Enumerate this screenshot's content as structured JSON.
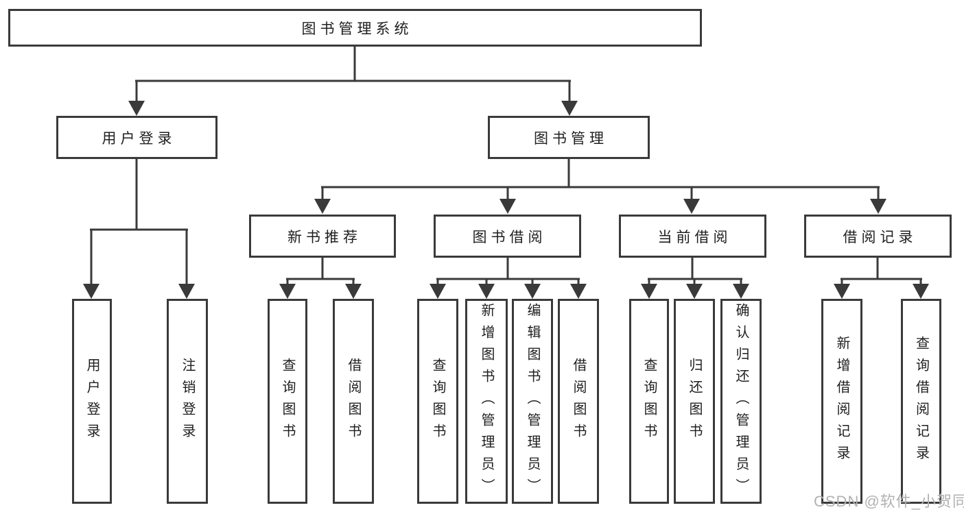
{
  "colors": {
    "line": "#3a3a3a",
    "box_border": "#3a3a3a",
    "text": "#1f1f1f",
    "watermark": "#b2b2b2",
    "background": "#ffffff"
  },
  "watermark": "CSDN @软件_小贺同学",
  "root": {
    "label": "图书管理系统"
  },
  "level2": [
    {
      "label": "用户登录"
    },
    {
      "label": "图书管理"
    }
  ],
  "level3": [
    {
      "label": "新书推荐",
      "parent": "图书管理"
    },
    {
      "label": "图书借阅",
      "parent": "图书管理"
    },
    {
      "label": "当前借阅",
      "parent": "图书管理"
    },
    {
      "label": "借阅记录",
      "parent": "图书管理"
    }
  ],
  "leaves": [
    {
      "label": "用户登录",
      "parent": "用户登录"
    },
    {
      "label": "注销登录",
      "parent": "用户登录"
    },
    {
      "label": "查询图书",
      "parent": "新书推荐"
    },
    {
      "label": "借阅图书",
      "parent": "新书推荐"
    },
    {
      "label": "查询图书",
      "parent": "图书借阅"
    },
    {
      "label": "新增图书（管理员）",
      "parent": "图书借阅"
    },
    {
      "label": "编辑图书（管理员）",
      "parent": "图书借阅"
    },
    {
      "label": "借阅图书",
      "parent": "图书借阅"
    },
    {
      "label": "查询图书",
      "parent": "当前借阅"
    },
    {
      "label": "归还图书",
      "parent": "当前借阅"
    },
    {
      "label": "确认归还（管理员）",
      "parent": "当前借阅"
    },
    {
      "label": "新增借阅记录",
      "parent": "借阅记录"
    },
    {
      "label": "查询借阅记录",
      "parent": "借阅记录"
    }
  ]
}
